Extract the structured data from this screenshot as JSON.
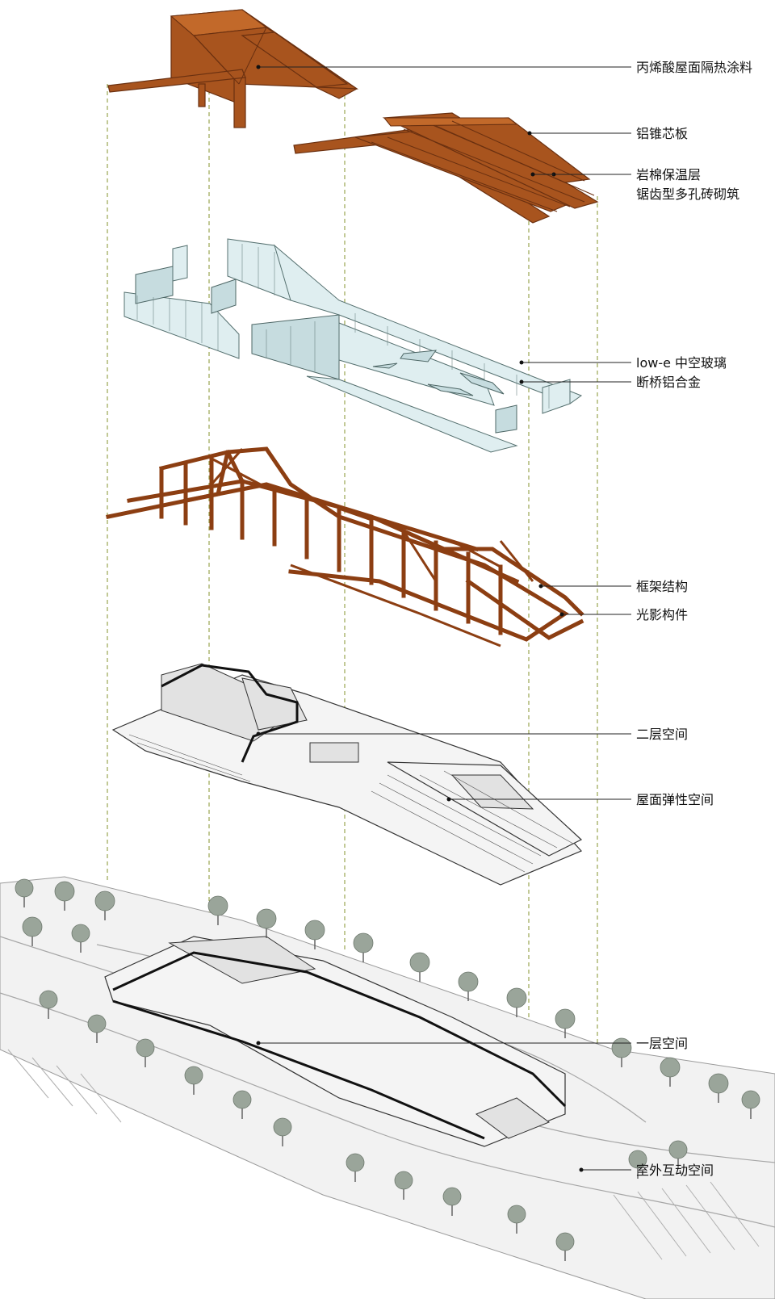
{
  "callouts": [
    {
      "id": "roof-coating",
      "text": "丙烯酸屋面隔热涂料"
    },
    {
      "id": "aluminum-core",
      "text": "铝锥芯板"
    },
    {
      "id": "rockwool",
      "text": "岩棉保温层"
    },
    {
      "id": "sawtooth-brick",
      "text": "锯齿型多孔砖砌筑"
    },
    {
      "id": "low-e-glass",
      "text": "low-e 中空玻璃"
    },
    {
      "id": "thermal-break",
      "text": "断桥铝合金"
    },
    {
      "id": "frame-structure",
      "text": "框架结构"
    },
    {
      "id": "light-shadow",
      "text": "光影构件"
    },
    {
      "id": "second-floor",
      "text": "二层空间"
    },
    {
      "id": "roof-flexible",
      "text": "屋面弹性空间"
    },
    {
      "id": "first-floor",
      "text": "一层空间"
    },
    {
      "id": "outdoor-interactive",
      "text": "室外互动空间"
    }
  ],
  "colors": {
    "wood": "#a8541e",
    "glass": "#dfeef0",
    "guide": "#9aa550",
    "trees": "#9aa59a"
  }
}
